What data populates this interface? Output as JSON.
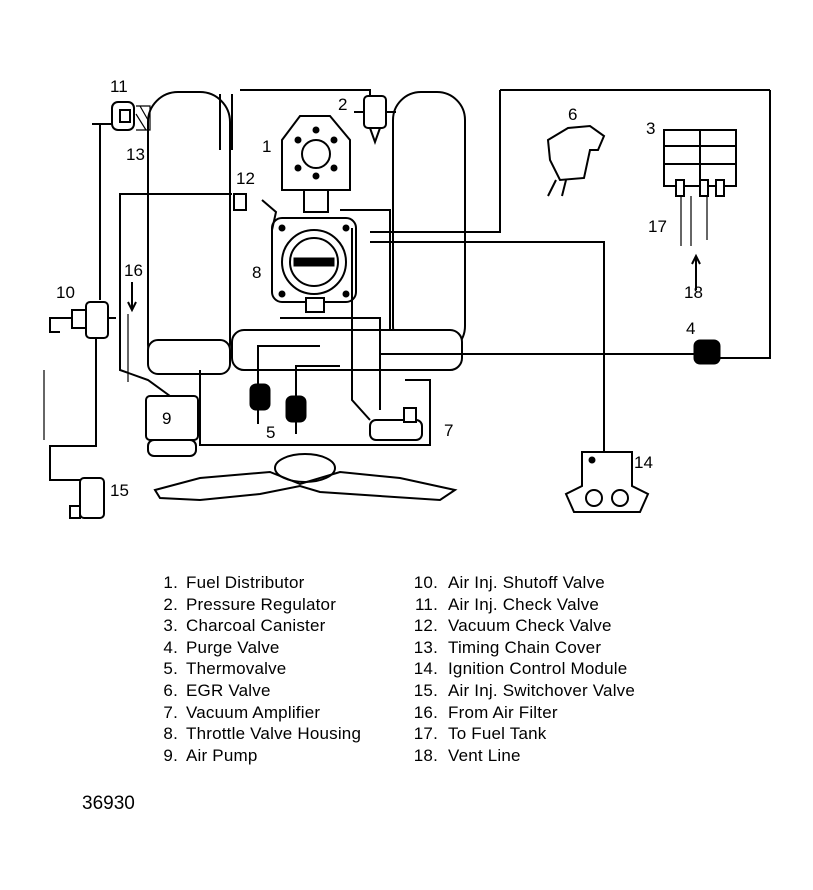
{
  "callouts": {
    "c1": "1",
    "c2": "2",
    "c3": "3",
    "c4": "4",
    "c5": "5",
    "c6": "6",
    "c7": "7",
    "c8": "8",
    "c9": "9",
    "c10": "10",
    "c11": "11",
    "c12": "12",
    "c13": "13",
    "c14": "14",
    "c15": "15",
    "c16": "16",
    "c17": "17",
    "c18": "18"
  },
  "legend": {
    "left": [
      {
        "num": "1.",
        "label": "Fuel Distributor"
      },
      {
        "num": "2.",
        "label": "Pressure Regulator"
      },
      {
        "num": "3.",
        "label": "Charcoal Canister"
      },
      {
        "num": "4.",
        "label": "Purge Valve"
      },
      {
        "num": "5.",
        "label": "Thermovalve"
      },
      {
        "num": "6.",
        "label": "EGR Valve"
      },
      {
        "num": "7.",
        "label": "Vacuum Amplifier"
      },
      {
        "num": "8.",
        "label": "Throttle Valve Housing"
      },
      {
        "num": "9.",
        "label": "Air Pump"
      }
    ],
    "right": [
      {
        "num": "10.",
        "label": "Air Inj. Shutoff Valve"
      },
      {
        "num": "11.",
        "label": "Air Inj. Check Valve"
      },
      {
        "num": "12.",
        "label": "Vacuum Check Valve"
      },
      {
        "num": "13.",
        "label": "Timing Chain Cover"
      },
      {
        "num": "14.",
        "label": "Ignition Control Module"
      },
      {
        "num": "15.",
        "label": "Air Inj. Switchover Valve"
      },
      {
        "num": "16.",
        "label": "From Air Filter"
      },
      {
        "num": "17.",
        "label": "To Fuel Tank"
      },
      {
        "num": "18.",
        "label": "Vent Line"
      }
    ]
  },
  "figure_number": "36930"
}
